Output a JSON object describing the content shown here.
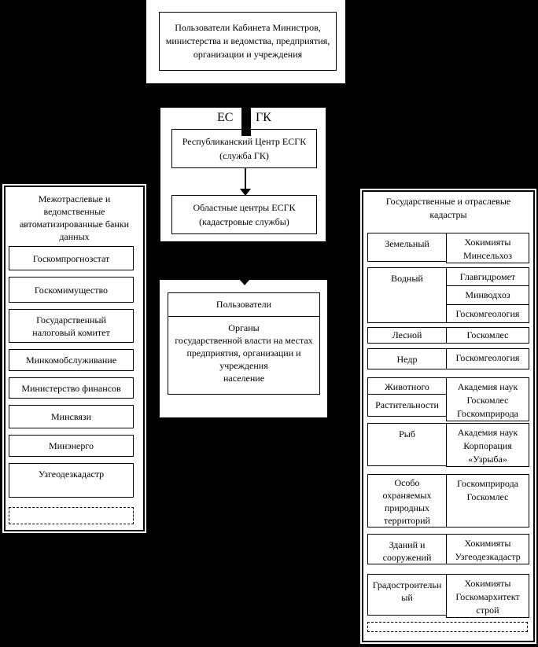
{
  "colors": {
    "background": "#000000",
    "panel": "#ffffff",
    "line": "#000000",
    "text": "#000000"
  },
  "top_box": {
    "lines": [
      "Пользователи Кабинета Министров,",
      "министерства и ведомства, предприятия,",
      "организации и учреждения"
    ]
  },
  "egsk": {
    "label_es": "ЕС",
    "label_gk": "ГК",
    "republic_center_lines": [
      "Республиканский Центр ЕСГК",
      "(служба ГК)"
    ],
    "regional_centers_lines": [
      "Областные центры ЕСГК",
      "(кадастровые службы)"
    ]
  },
  "left_panel": {
    "title_lines": [
      "Межотраслевые и",
      "ведомственные",
      "автоматизированные банки",
      "данных"
    ],
    "items": [
      {
        "lines": [
          "Госкомпрогнозстат"
        ]
      },
      {
        "lines": [
          "Госкомимущество"
        ]
      },
      {
        "lines": [
          "Государственный",
          "налоговый комитет"
        ]
      },
      {
        "lines": [
          "Минкомобслуживание"
        ]
      },
      {
        "lines": [
          "Министерство финансов"
        ]
      },
      {
        "lines": [
          "Минсвязи"
        ]
      },
      {
        "lines": [
          "Минэнерго"
        ]
      },
      {
        "lines": [
          "Узгеодезкадастр"
        ]
      }
    ],
    "empty_slot": true
  },
  "users_panel": {
    "header": "Пользователи",
    "body_lines": [
      "Органы",
      "государственной власти на местах",
      "предприятия, организации и",
      "учреждения",
      "население"
    ]
  },
  "right_panel": {
    "title_lines": [
      "Государственные и отраслевые",
      "кадастры"
    ],
    "rows": [
      {
        "left_cells": [
          {
            "lines": [
              "Земельный"
            ]
          }
        ],
        "right_cells": [
          {
            "lines": [
              "Хокимияты",
              "Минсельхоз"
            ]
          }
        ]
      },
      {
        "left_cells": [
          {
            "lines": [
              "Водный"
            ]
          }
        ],
        "right_cells": [
          {
            "lines": [
              "Главгидромет"
            ]
          },
          {
            "lines": [
              "Минводхоз"
            ]
          },
          {
            "lines": [
              "Госкомгеология"
            ]
          }
        ]
      },
      {
        "left_cells": [
          {
            "lines": [
              "Лесной"
            ]
          }
        ],
        "right_cells": [
          {
            "lines": [
              "Госкомлес"
            ]
          }
        ]
      },
      {
        "left_cells": [
          {
            "lines": [
              "Недр"
            ]
          }
        ],
        "right_cells": [
          {
            "lines": [
              "Госкомгеология"
            ]
          }
        ]
      },
      {
        "left_cells": [
          {
            "lines": [
              "Животного"
            ]
          },
          {
            "lines": [
              "Растительности"
            ]
          }
        ],
        "right_cells": [
          {
            "lines": [
              "Академия наук",
              "Госкомлес",
              "Госкомприрода"
            ]
          }
        ]
      },
      {
        "left_cells": [
          {
            "lines": [
              "Рыб"
            ]
          }
        ],
        "right_cells": [
          {
            "lines": [
              "Академия наук",
              "Корпорация",
              "«Узрыба»"
            ]
          }
        ]
      },
      {
        "left_cells": [
          {
            "lines": [
              "Особо",
              "охраняемых",
              "природных",
              "территорий"
            ]
          }
        ],
        "right_cells": [
          {
            "lines": [
              "Госкомприрода",
              "Госкомлес"
            ]
          }
        ]
      },
      {
        "left_cells": [
          {
            "lines": [
              "Зданий и",
              "сооружений"
            ]
          }
        ],
        "right_cells": [
          {
            "lines": [
              "Хокимияты",
              "Узгеодезкадастр"
            ]
          }
        ]
      },
      {
        "left_cells": [
          {
            "lines": [
              "Градостроительн",
              "ый"
            ]
          }
        ],
        "right_cells": [
          {
            "lines": [
              "Хокимияты",
              "Госкомархитект",
              "строй"
            ]
          }
        ]
      }
    ],
    "empty_slot": true
  }
}
